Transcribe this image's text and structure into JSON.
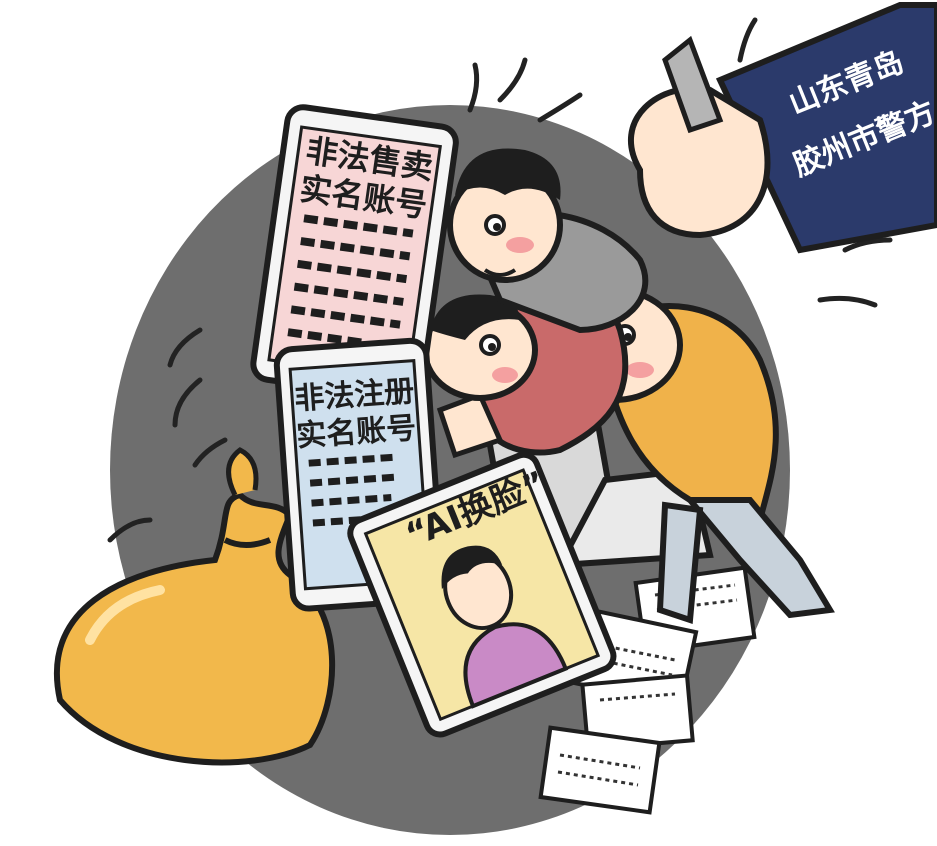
{
  "illustration": {
    "phone_top": {
      "line1": "非法售卖",
      "line2": "实名账号"
    },
    "phone_mid": {
      "line1": "非法注册",
      "line2": "实名账号"
    },
    "tablet_face": {
      "label": "“AI换脸”"
    },
    "sleeve_badge": {
      "line1": "山东青岛",
      "line2": "胶州市警方"
    }
  },
  "colors": {
    "background_circle": "#6e6e6e",
    "money_bag": "#f2b84b",
    "police_sleeve": "#2b3a6b",
    "shirt_yellow": "#f0b24a",
    "shirt_red": "#c96a6a",
    "screen_pink": "#f7d6d6",
    "screen_blue": "#cfe0ee",
    "screen_yellow": "#f6e6a6"
  }
}
